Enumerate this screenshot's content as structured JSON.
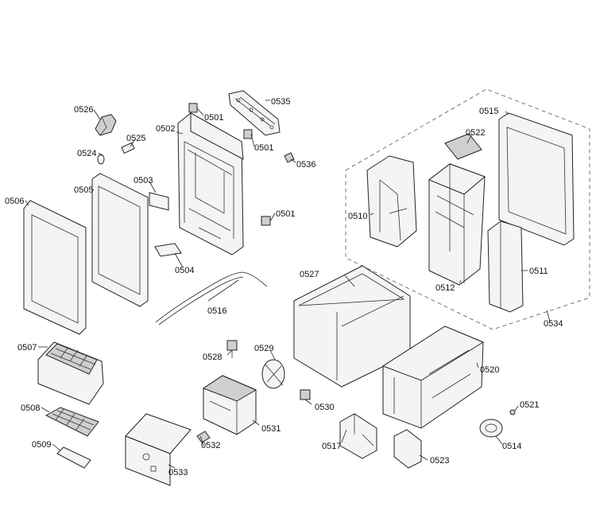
{
  "parts": {
    "p0501a": "0501",
    "p0501b": "0501",
    "p0501c": "0501",
    "p0502": "0502",
    "p0503": "0503",
    "p0504": "0504",
    "p0505": "0505",
    "p0506": "0506",
    "p0507": "0507",
    "p0508": "0508",
    "p0509": "0509",
    "p0510": "0510",
    "p0511": "0511",
    "p0512": "0512",
    "p0514": "0514",
    "p0515": "0515",
    "p0516": "0516",
    "p0517": "0517",
    "p0520": "0520",
    "p0521": "0521",
    "p0522": "0522",
    "p0523": "0523",
    "p0524": "0524",
    "p0525": "0525",
    "p0526": "0526",
    "p0527": "0527",
    "p0528": "0528",
    "p0529": "0529",
    "p0530": "0530",
    "p0531": "0531",
    "p0532": "0532",
    "p0533": "0533",
    "p0534": "0534",
    "p0535": "0535",
    "p0536": "0536"
  }
}
